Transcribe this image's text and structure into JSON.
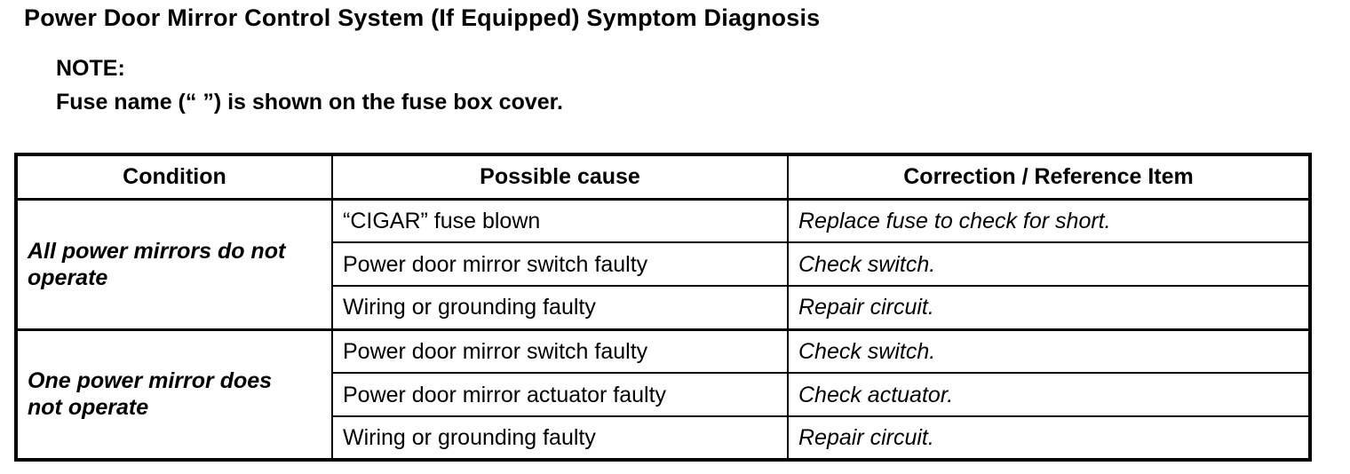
{
  "document": {
    "title": "Power Door Mirror Control System (If Equipped) Symptom Diagnosis",
    "note": {
      "label": "NOTE:",
      "text": "Fuse name (“ ”) is shown on the fuse box cover."
    }
  },
  "table": {
    "headers": [
      "Condition",
      "Possible cause",
      "Correction / Reference Item"
    ],
    "groups": [
      {
        "condition": "All power mirrors do not\noperate",
        "rows": [
          {
            "cause": "“CIGAR” fuse blown",
            "correction": "Replace fuse to check for short."
          },
          {
            "cause": "Power door mirror switch faulty",
            "correction": "Check switch."
          },
          {
            "cause": "Wiring or grounding faulty",
            "correction": "Repair circuit."
          }
        ]
      },
      {
        "condition": "One power mirror does\nnot operate",
        "rows": [
          {
            "cause": "Power door mirror switch faulty",
            "correction": "Check switch."
          },
          {
            "cause": "Power door mirror actuator faulty",
            "correction": "Check actuator."
          },
          {
            "cause": "Wiring or grounding faulty",
            "correction": "Repair circuit."
          }
        ]
      }
    ]
  },
  "colors": {
    "text": "#000000",
    "background": "#ffffff",
    "border": "#000000"
  }
}
